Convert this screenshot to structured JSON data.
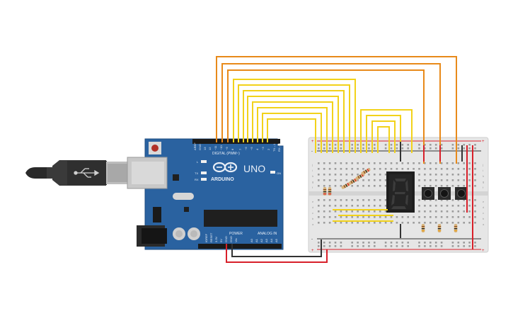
{
  "board": {
    "brand": "ARDUINO",
    "model": "UNO",
    "digital_header": "DIGITAL (PWM~)",
    "power_header": "POWER",
    "analog_header": "ANALOG IN",
    "on_label": "ON",
    "l_label": "L",
    "tx_label": "TX",
    "rx_label": "RX",
    "digital_pins": [
      "AREF",
      "GND",
      "13",
      "12",
      "~11",
      "~10",
      "~9",
      "8",
      "7",
      "~6",
      "~5",
      "4",
      "~3",
      "2",
      "TX→1",
      "RX←0"
    ],
    "power_pins": [
      "IOREF",
      "RESET",
      "3.3V",
      "5V",
      "GND",
      "GND",
      "Vin"
    ],
    "analog_pins": [
      "A0",
      "A1",
      "A2",
      "A3",
      "A4",
      "A5"
    ]
  },
  "breadboard": {
    "row_letters_top": [
      "j",
      "i",
      "h",
      "g",
      "f"
    ],
    "row_letters_bottom": [
      "e",
      "d",
      "c",
      "b",
      "a"
    ],
    "plus": "+",
    "minus": "-"
  },
  "display": {
    "digit": "8"
  },
  "colors": {
    "board": "#2a62a0",
    "wire_orange": "#e88a1a",
    "wire_yellow": "#f2d21a",
    "wire_red": "#d8202a",
    "wire_black": "#333333",
    "breadboard": "#e6e6e6",
    "display_segment": "#3c3c3c"
  }
}
